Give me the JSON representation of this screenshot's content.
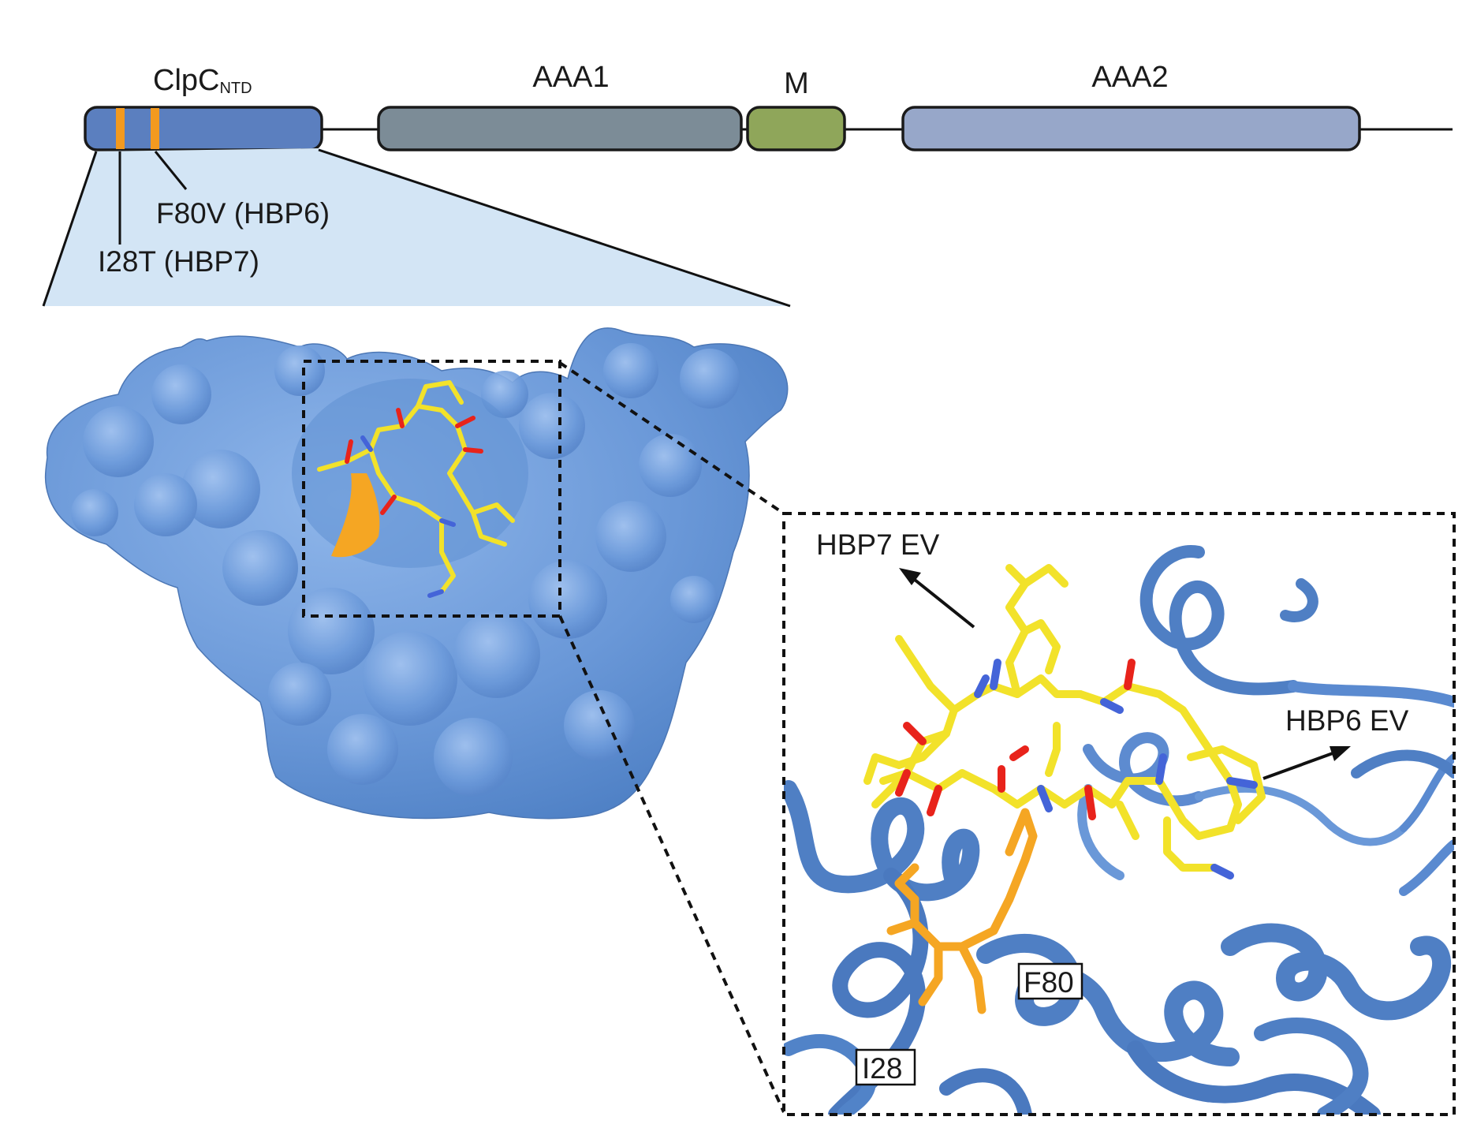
{
  "domain_bar": {
    "ntd_label": "ClpC",
    "ntd_subscript": "NTD",
    "aaa1_label": "AAA1",
    "m_label": "M",
    "aaa2_label": "AAA2",
    "colors": {
      "ntd": "#5b7fbf",
      "aaa1": "#7c8c97",
      "m": "#8fa65a",
      "aaa2": "#97a7c9",
      "mutation": "#f39a1f"
    }
  },
  "mutations": [
    {
      "label": "F80V (HBP6)"
    },
    {
      "label": "I28T (HBP7)"
    }
  ],
  "zoom_panel": {
    "arrow_labels": [
      "HBP7 EV",
      "HBP6 EV"
    ],
    "residue_labels": [
      "F80",
      "I28"
    ]
  },
  "structure_colors": {
    "surface": "#6a98d8",
    "ribbon": "#4f7fc4",
    "ligand": "#f2e22a",
    "oxygen": "#e8231b",
    "nitrogen": "#4464d8",
    "highlight": "#f5a623",
    "zoom_cone": "#d3e5f5"
  }
}
